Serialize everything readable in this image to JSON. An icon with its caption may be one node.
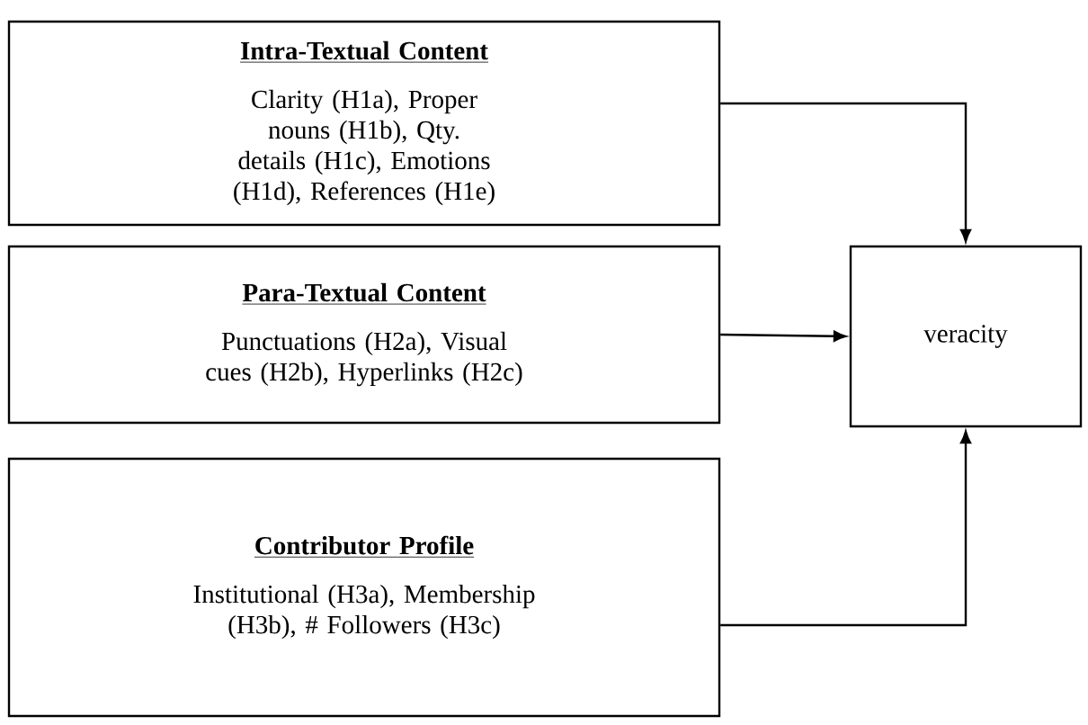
{
  "diagram": {
    "nodes": [
      {
        "text": [
          "Intra-Textual Content",
          "Clarity (H1a), Proper nouns (H1b), Qty. details (H1c), Emotions (H1d), References (H1e)"
        ]
      },
      {
        "text": [
          "Para-Textual Content",
          "Punctuations (H2a), Visual cues (H2b), Hyperlinks (H2c)"
        ]
      },
      {
        "text": [
          "Contributor Profile",
          "Institutional (H3a), Membership (H3b), # Followers (H3c)"
        ]
      },
      {
        "text": [
          "veracity"
        ]
      }
    ],
    "edges": [
      {
        "from": 0,
        "to": 3,
        "arrow": "to"
      },
      {
        "from": 1,
        "to": 3,
        "arrow": "to"
      },
      {
        "from": 2,
        "to": 3,
        "arrow": "to"
      }
    ]
  }
}
